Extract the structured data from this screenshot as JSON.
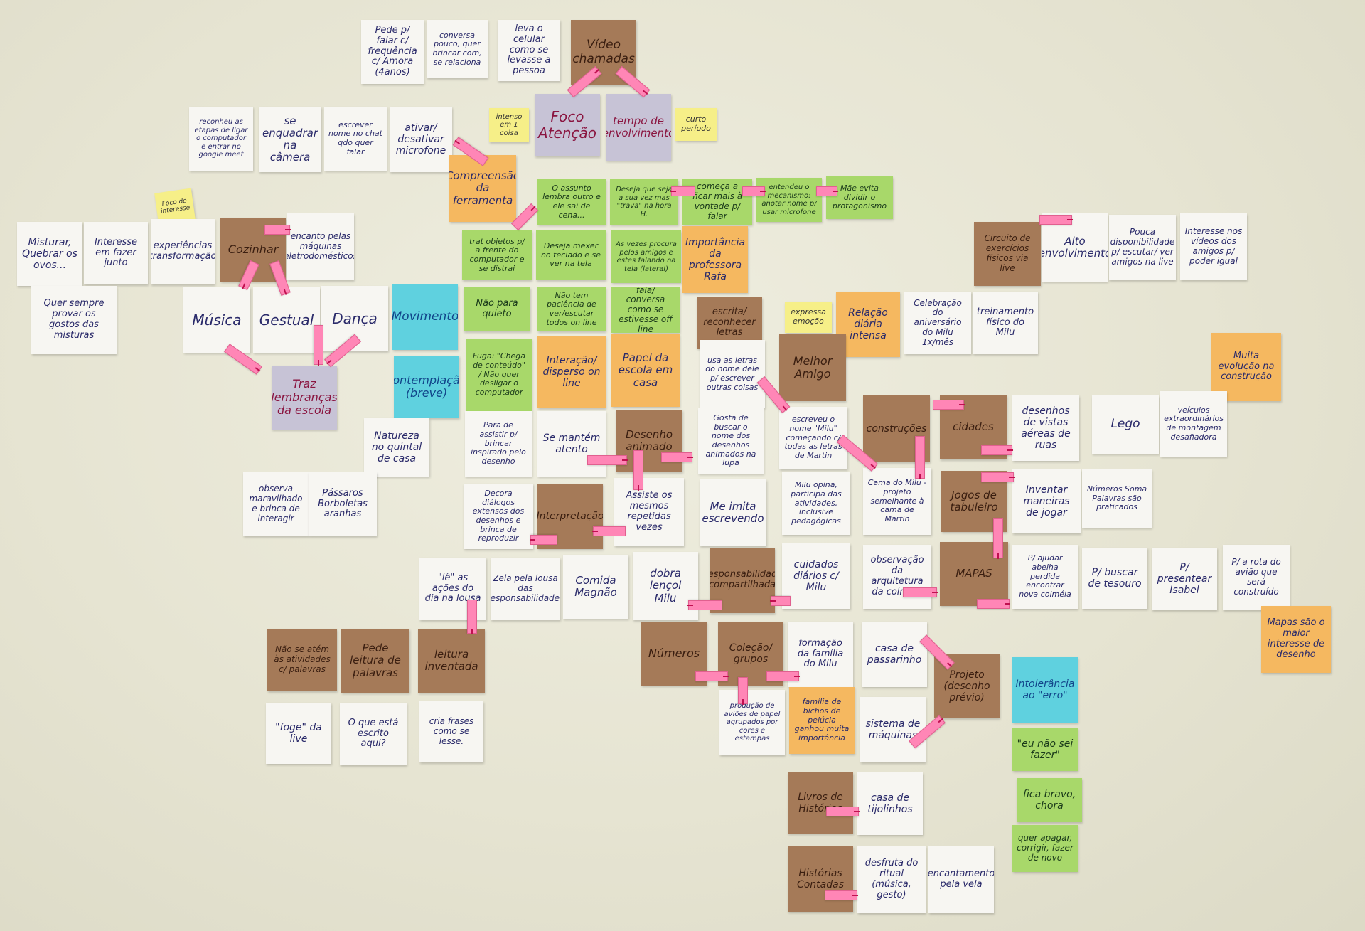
{
  "notes": [
    {
      "id": "n1",
      "text": "Pede p/ falar c/ frequência c/ Amora (4anos)",
      "color": "white"
    },
    {
      "id": "n2",
      "text": "conversa pouco, quer brincar com, se relaciona",
      "color": "white"
    },
    {
      "id": "n3",
      "text": "leva o celular como se levasse a pessoa",
      "color": "white"
    },
    {
      "id": "n4",
      "text": "Vídeo chamadas",
      "color": "brown"
    },
    {
      "id": "n5",
      "text": "Foco Atenção",
      "color": "lav"
    },
    {
      "id": "n6",
      "text": "tempo de envolvimento",
      "color": "lav"
    },
    {
      "id": "n7",
      "text": "intenso em 1 coisa",
      "color": "yellow"
    },
    {
      "id": "n8",
      "text": "curto período",
      "color": "yellow"
    },
    {
      "id": "n9",
      "text": "reconheu as etapas de ligar o computador e entrar no google meet",
      "color": "white"
    },
    {
      "id": "n10",
      "text": "se enquadrar na câmera",
      "color": "white"
    },
    {
      "id": "n11",
      "text": "escrever nome no chat qdo quer falar",
      "color": "white"
    },
    {
      "id": "n12",
      "text": "ativar/ desativar microfone",
      "color": "white"
    },
    {
      "id": "n13",
      "text": "Compreensão da ferramenta",
      "color": "orange"
    },
    {
      "id": "n14",
      "text": "O assunto lembra outro e ele sai de cena...",
      "color": "green"
    },
    {
      "id": "n15",
      "text": "Deseja que seja a sua vez mas \"trava\" na hora H.",
      "color": "green"
    },
    {
      "id": "n16",
      "text": "começa a ficar mais à vontade p/ falar",
      "color": "green"
    },
    {
      "id": "n17",
      "text": "entendeu o mecanismo: anotar nome p/ usar microfone",
      "color": "green"
    },
    {
      "id": "n18",
      "text": "Mãe evita dividir o protagonismo",
      "color": "green"
    },
    {
      "id": "n19",
      "text": "Foco de interesse",
      "color": "yellow"
    },
    {
      "id": "n20",
      "text": "Misturar, Quebrar os ovos...",
      "color": "white"
    },
    {
      "id": "n21",
      "text": "Interesse em fazer junto",
      "color": "white"
    },
    {
      "id": "n22",
      "text": "experiências transformação",
      "color": "white"
    },
    {
      "id": "n23",
      "text": "Cozinhar",
      "color": "brown"
    },
    {
      "id": "n24",
      "text": "encanto pelas máquinas (eletrodomésticos)",
      "color": "white"
    },
    {
      "id": "n25",
      "text": "Quer sempre provar os gostos das misturas",
      "color": "white"
    },
    {
      "id": "n26",
      "text": "Música",
      "color": "white"
    },
    {
      "id": "n27",
      "text": "Gestual",
      "color": "white"
    },
    {
      "id": "n28",
      "text": "Dança",
      "color": "white"
    },
    {
      "id": "n29",
      "text": "Movimento",
      "color": "blue"
    },
    {
      "id": "n30",
      "text": "contemplação (breve)",
      "color": "blue"
    },
    {
      "id": "n31",
      "text": "Traz lembranças da escola",
      "color": "lav"
    },
    {
      "id": "n32",
      "text": "trat objetos p/ a frente do computador e se distrai",
      "color": "green"
    },
    {
      "id": "n33",
      "text": "Deseja mexer no teclado e se ver na tela",
      "color": "green"
    },
    {
      "id": "n34",
      "text": "As vezes procura pelos amigos e estes falando na tela (lateral)",
      "color": "green"
    },
    {
      "id": "n35",
      "text": "Importância da professora Rafa",
      "color": "orange"
    },
    {
      "id": "n36",
      "text": "Não para quieto",
      "color": "green"
    },
    {
      "id": "n37",
      "text": "Não tem paciência de ver/escutar todos on line",
      "color": "green"
    },
    {
      "id": "n38",
      "text": "fala/ conversa como se estivesse off line",
      "color": "green"
    },
    {
      "id": "n39",
      "text": "Fuga: \"Chega de conteúdo\" / Não quer desligar o computador",
      "color": "green"
    },
    {
      "id": "n40",
      "text": "Interação/ disperso on line",
      "color": "orange"
    },
    {
      "id": "n41",
      "text": "Papel da escola em casa",
      "color": "orange"
    },
    {
      "id": "n42",
      "text": "escrita/ reconhecer letras",
      "color": "brown"
    },
    {
      "id": "n43",
      "text": "expressa emoção",
      "color": "yellow"
    },
    {
      "id": "n44",
      "text": "Relação diária intensa",
      "color": "orange"
    },
    {
      "id": "n45",
      "text": "Celebração do aniversário do Milu 1x/mês",
      "color": "white"
    },
    {
      "id": "n46",
      "text": "treinamento físico do Milu",
      "color": "white"
    },
    {
      "id": "n47",
      "text": "usa as letras do nome dele p/ escrever outras coisas",
      "color": "white"
    },
    {
      "id": "n48",
      "text": "Melhor Amigo",
      "color": "brown"
    },
    {
      "id": "n49",
      "text": "Circuito de exercícios físicos via live",
      "color": "brown"
    },
    {
      "id": "n50",
      "text": "Alto envolvimento",
      "color": "white"
    },
    {
      "id": "n51",
      "text": "Pouca disponibilidade p/ escutar/ ver amigos na live",
      "color": "white"
    },
    {
      "id": "n52",
      "text": "Interesse nos vídeos dos amigos p/ poder igual",
      "color": "white"
    },
    {
      "id": "n53",
      "text": "Muita evolução na construção",
      "color": "orange"
    },
    {
      "id": "n54",
      "text": "Natureza no quintal de casa",
      "color": "white"
    },
    {
      "id": "n55",
      "text": "Para de assistir p/ brincar inspirado pelo desenho",
      "color": "white"
    },
    {
      "id": "n56",
      "text": "Se mantém atento",
      "color": "white"
    },
    {
      "id": "n57",
      "text": "Desenho animado",
      "color": "brown"
    },
    {
      "id": "n58",
      "text": "Gosta de buscar o nome dos desenhos animados na lupa",
      "color": "white"
    },
    {
      "id": "n59",
      "text": "escreveu o nome \"Milu\" começando c/ todas as letras de Martin",
      "color": "white"
    },
    {
      "id": "n60",
      "text": "construções",
      "color": "brown"
    },
    {
      "id": "n61",
      "text": "cidades",
      "color": "brown"
    },
    {
      "id": "n62",
      "text": "desenhos de vistas aéreas de ruas",
      "color": "white"
    },
    {
      "id": "n63",
      "text": "Lego",
      "color": "white"
    },
    {
      "id": "n64",
      "text": "veículos extraordinários de montagem desafiadora",
      "color": "white"
    },
    {
      "id": "n65",
      "text": "observa maravilhado e brinca de interagir",
      "color": "white"
    },
    {
      "id": "n66",
      "text": "Pássaros Borboletas aranhas",
      "color": "white"
    },
    {
      "id": "n67",
      "text": "Decora diálogos extensos dos desenhos e brinca de reproduzir",
      "color": "white"
    },
    {
      "id": "n68",
      "text": "Interpretação",
      "color": "brown"
    },
    {
      "id": "n69",
      "text": "Assiste os mesmos repetidas vezes",
      "color": "white"
    },
    {
      "id": "n70",
      "text": "Me imita escrevendo",
      "color": "white"
    },
    {
      "id": "n71",
      "text": "Milu opina, participa das atividades, inclusive pedagógicas",
      "color": "white"
    },
    {
      "id": "n72",
      "text": "Cama do Milu - projeto semelhante à cama de Martin",
      "color": "white"
    },
    {
      "id": "n73",
      "text": "Jogos de tabuleiro",
      "color": "brown"
    },
    {
      "id": "n74",
      "text": "Inventar maneiras de jogar",
      "color": "white"
    },
    {
      "id": "n75",
      "text": "Números Soma Palavras são praticados",
      "color": "white"
    },
    {
      "id": "n76",
      "text": "\"lê\" as ações do dia na lousa",
      "color": "white"
    },
    {
      "id": "n77",
      "text": "Zela pela lousa das responsabilidades",
      "color": "white"
    },
    {
      "id": "n78",
      "text": "Comida Magnão",
      "color": "white"
    },
    {
      "id": "n79",
      "text": "dobra lençol Milu",
      "color": "white"
    },
    {
      "id": "n80",
      "text": "Responsabilidade compartilhada",
      "color": "brown"
    },
    {
      "id": "n81",
      "text": "cuidados diários c/ Milu",
      "color": "white"
    },
    {
      "id": "n82",
      "text": "observação da arquitetura da colméia",
      "color": "white"
    },
    {
      "id": "n83",
      "text": "MAPAS",
      "color": "brown"
    },
    {
      "id": "n84",
      "text": "P/ ajudar abelha perdida encontrar nova colméia",
      "color": "white"
    },
    {
      "id": "n85",
      "text": "P/ buscar de tesouro",
      "color": "white"
    },
    {
      "id": "n86",
      "text": "P/ presentear Isabel",
      "color": "white"
    },
    {
      "id": "n87",
      "text": "P/ a rota do avião que será construído",
      "color": "white"
    },
    {
      "id": "n88",
      "text": "Mapas são o maior interesse de desenho",
      "color": "orange"
    },
    {
      "id": "n89",
      "text": "Não se atém às atividades c/ palavras",
      "color": "brown"
    },
    {
      "id": "n90",
      "text": "Pede leitura de palavras",
      "color": "brown"
    },
    {
      "id": "n91",
      "text": "leitura inventada",
      "color": "brown"
    },
    {
      "id": "n92",
      "text": "Números",
      "color": "brown"
    },
    {
      "id": "n93",
      "text": "Coleção/ grupos",
      "color": "brown"
    },
    {
      "id": "n94",
      "text": "formação da família do Milu",
      "color": "white"
    },
    {
      "id": "n95",
      "text": "casa de passarinho",
      "color": "white"
    },
    {
      "id": "n96",
      "text": "Projeto (desenho prévio)",
      "color": "brown"
    },
    {
      "id": "n97",
      "text": "Intolerância ao \"erro\"",
      "color": "blue"
    },
    {
      "id": "n98",
      "text": "\"foge\" da live",
      "color": "white"
    },
    {
      "id": "n99",
      "text": "O que está escrito aqui?",
      "color": "white"
    },
    {
      "id": "n100",
      "text": "cria frases como se lesse.",
      "color": "white"
    },
    {
      "id": "n101",
      "text": "produção de aviões de papel agrupados por cores e estampas",
      "color": "white"
    },
    {
      "id": "n102",
      "text": "família de bichos de pelúcia ganhou muita importância",
      "color": "orange"
    },
    {
      "id": "n103",
      "text": "sistema de máquinas",
      "color": "white"
    },
    {
      "id": "n104",
      "text": "\"eu não sei fazer\"",
      "color": "green"
    },
    {
      "id": "n105",
      "text": "fica bravo, chora",
      "color": "green"
    },
    {
      "id": "n106",
      "text": "Livros de Histórias",
      "color": "brown"
    },
    {
      "id": "n107",
      "text": "casa de tijolinhos",
      "color": "white"
    },
    {
      "id": "n108",
      "text": "quer apagar, corrigir, fazer de novo",
      "color": "green"
    },
    {
      "id": "n109",
      "text": "Histórias Contadas",
      "color": "brown"
    },
    {
      "id": "n110",
      "text": "desfruta do ritual (música, gesto)",
      "color": "white"
    },
    {
      "id": "n111",
      "text": "encantamento pela vela",
      "color": "white"
    }
  ],
  "colors": {
    "wall": "#e9e7d6",
    "white": "#f7f6f2",
    "green": "#a8d86a",
    "orange": "#f5b860",
    "brown": "#a57a58",
    "blue": "#5fd1df",
    "lavender": "#c7c3d6",
    "yellow": "#f6ef88",
    "arrow": "#ff86b6"
  }
}
